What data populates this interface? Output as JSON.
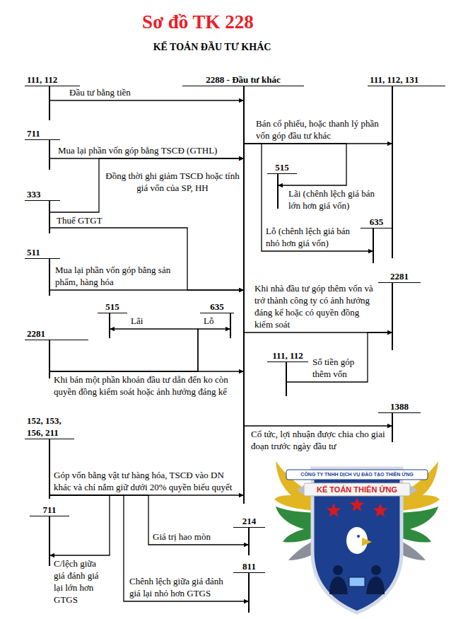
{
  "diagram": {
    "title": "Sơ đồ TK 228",
    "nodes": [
      {
        "text": [
          "111, 112"
        ]
      },
      {
        "text": [
          "2288 - Đầu tư khác"
        ]
      },
      {
        "text": [
          "111, 112, 131"
        ]
      },
      {
        "text": [
          "711"
        ]
      },
      {
        "text": [
          "515"
        ]
      },
      {
        "text": [
          "333"
        ]
      },
      {
        "text": [
          "635"
        ]
      },
      {
        "text": [
          "511"
        ]
      },
      {
        "text": [
          "2281"
        ]
      },
      {
        "text": [
          "515"
        ]
      },
      {
        "text": [
          "635"
        ]
      },
      {
        "text": [
          "2281"
        ]
      },
      {
        "text": [
          "111, 112"
        ]
      },
      {
        "text": [
          "1388"
        ]
      },
      {
        "text": [
          "152, 153, 156, 211"
        ]
      },
      {
        "text": [
          "711"
        ]
      },
      {
        "text": [
          "214"
        ]
      },
      {
        "text": [
          "811"
        ]
      }
    ],
    "edges": [
      {
        "from": 0,
        "to": 1,
        "arrow": "to",
        "label": "Đầu tư bằng tiền"
      },
      {
        "from": 3,
        "to": 1,
        "arrow": "to",
        "label": "Mua lại phần vốn góp bằng TSCĐ (GTHL)"
      },
      {
        "from": 5,
        "to": 1,
        "arrow": "to"
      },
      {
        "from": 5,
        "to": 1,
        "arrow": "to",
        "label": "Thuế GTGT"
      },
      {
        "from": 7,
        "to": 1,
        "arrow": "to",
        "label": "Mua lại phần vốn góp bằng sản phẩm, hàng hóa"
      },
      {
        "from": 1,
        "to": 2,
        "arrow": "to",
        "label": "Bán cổ phiếu, hoặc thanh lý phần vốn góp đầu tư khác"
      },
      {
        "from": 1,
        "to": 4,
        "arrow": "to",
        "label": "Lãi (chênh lệch giá bán lớn hơn giá vốn)"
      },
      {
        "from": 1,
        "to": 6,
        "arrow": "to",
        "label": "Lỗ (chênh lệch giá bán nhỏ hơn giá vốn)"
      },
      {
        "from": 1,
        "to": 8,
        "arrow": "to",
        "label": "Khi nhà đầu tư góp thêm vốn và trở thành công ty có ảnh hưởng đáng kể hoặc có quyền đồng kiểm soát"
      },
      {
        "from": 12,
        "to": 8,
        "arrow": "to",
        "label": "Số tiền góp thêm vốn"
      },
      {
        "from": 11,
        "to": 1,
        "arrow": "to",
        "label": "Khi bán một phần khoản đầu tư dẫn đến ko còn quyền đồng kiểm soát hoặc ảnh hưởng đáng kể"
      },
      {
        "from": 11,
        "to": 9,
        "arrow": "to",
        "label": "Lãi"
      },
      {
        "from": 11,
        "to": 10,
        "arrow": "to",
        "label": "Lỗ"
      },
      {
        "from": 1,
        "to": 13,
        "arrow": "to",
        "label": "Cổ tức, lợi nhuận được chia cho giai đoạn trước ngày đầu tư"
      },
      {
        "from": 14,
        "to": 1,
        "arrow": "to",
        "label": "Góp vốn bằng vật tư hàng hóa, TSCĐ vào DN khác và chỉ nắm giữ dưới 20% quyền biểu quyết"
      },
      {
        "from": 14,
        "to": 15,
        "arrow": "to",
        "label": "C/lệch giữa giá đánh giá lại lớn hơn GTGS"
      },
      {
        "from": 14,
        "to": 16,
        "arrow": "to",
        "label": "Giá trị hao mòn"
      },
      {
        "from": 14,
        "to": 17,
        "arrow": "to",
        "label": "Chênh lệch giữa giá đánh giá lại nhỏ hơn GTGS"
      }
    ],
    "labels": [
      "KẾ TOÁN ĐẦU TƯ KHÁC",
      "Đồng thời ghi giảm TSCĐ hoặc tính giá vốn của SP, HH",
      "CÔNG TY TNHH DỊCH VỤ ĐÀO TẠO THIÊN ỨNG",
      "KẾ TOÁN THIÊN ỨNG"
    ]
  }
}
